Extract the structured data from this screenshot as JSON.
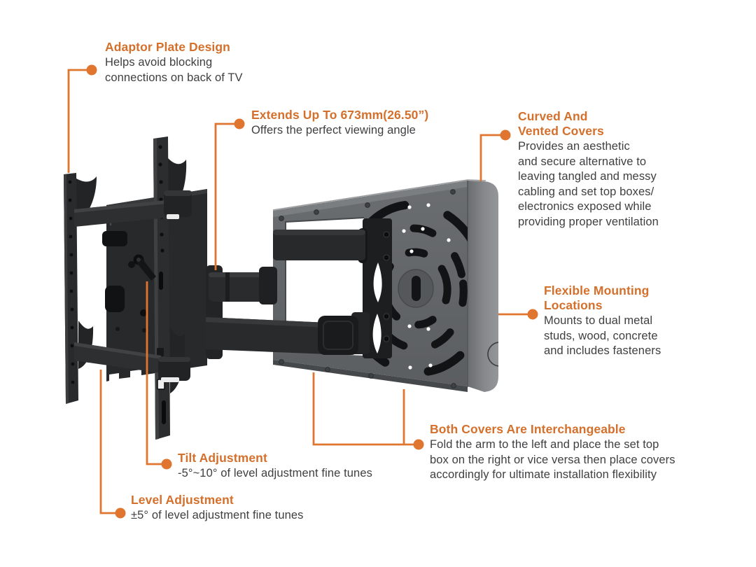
{
  "colors": {
    "accent_heading": "#D4702C",
    "accent_line": "#E0752F",
    "body_text": "#3F3F41",
    "mount_black": "#28292B",
    "cover_grey": "#64676A",
    "background": "#FFFFFF"
  },
  "callouts": {
    "adaptor": {
      "title": "Adaptor Plate Design",
      "body": "Helps avoid blocking\nconnections on back of TV"
    },
    "extends": {
      "title": "Extends Up To 673mm(26.50”)",
      "body": "Offers the perfect viewing angle"
    },
    "covers": {
      "title": "Curved And\nVented Covers",
      "body": "Provides an aesthetic\nand secure alternative to\nleaving tangled and messy\ncabling and set top boxes/\nelectronics exposed while\nproviding proper ventilation"
    },
    "mounting": {
      "title": "Flexible Mounting\nLocations",
      "body": "Mounts to dual metal\nstuds, wood, concrete\nand includes fasteners"
    },
    "interchangeable": {
      "title": "Both Covers Are Interchangeable",
      "body": "Fold the arm to the left and place the set top\nbox on the right or vice versa then place covers\naccordingly for ultimate installation flexibility"
    },
    "tilt": {
      "title": "Tilt Adjustment",
      "body": "-5°~10° of level adjustment fine tunes"
    },
    "level": {
      "title": "Level Adjustment",
      "body": "±5° of level adjustment fine tunes"
    }
  }
}
